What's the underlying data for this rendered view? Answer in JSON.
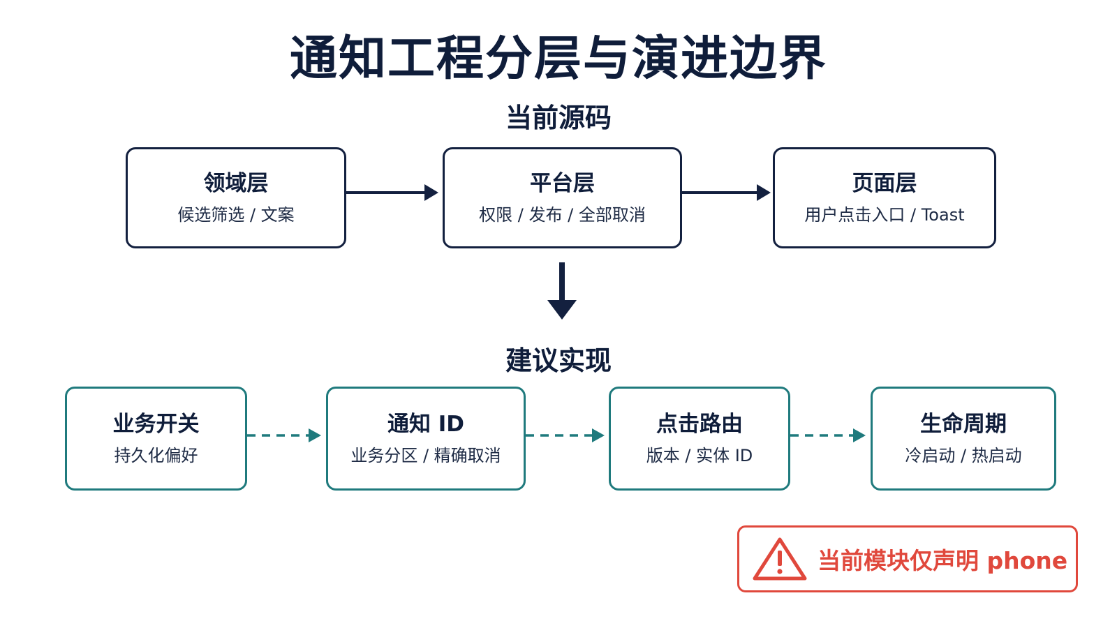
{
  "title": "通知工程分层与演进边界",
  "current": {
    "heading": "当前源码",
    "boxes": [
      {
        "title": "领域层",
        "subtitle": "候选筛选 / 文案"
      },
      {
        "title": "平台层",
        "subtitle": "权限 / 发布 / 全部取消"
      },
      {
        "title": "页面层",
        "subtitle": "用户点击入口 / Toast"
      }
    ]
  },
  "proposed": {
    "heading": "建议实现",
    "boxes": [
      {
        "title": "业务开关",
        "subtitle": "持久化偏好"
      },
      {
        "title": "通知 ID",
        "subtitle": "业务分区 / 精确取消"
      },
      {
        "title": "点击路由",
        "subtitle": "版本 / 实体 ID"
      },
      {
        "title": "生命周期",
        "subtitle": "冷启动 / 热启动"
      }
    ]
  },
  "warning": {
    "icon": "warning-triangle-icon",
    "text": "当前模块仅声明 phone"
  },
  "colors": {
    "navy": "#13203f",
    "teal": "#1f7a7d",
    "warning": "#e0483c"
  }
}
